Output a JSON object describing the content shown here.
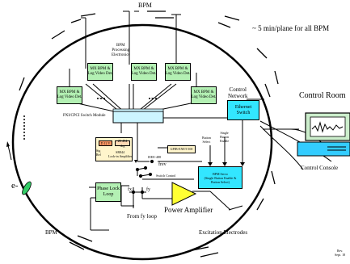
{
  "labels": {
    "bpm_top": "BPM",
    "time_note": "~ 5 min/plane for all BPM",
    "processing": "BPM\nProcessing\nElectronics",
    "control_network": "Control\nNetwork",
    "control_room": "Control Room",
    "control_console": "Control Console",
    "pxi": "PXI/CPCI Switch Module",
    "ieee": "IEEE-488",
    "frev": "frev",
    "switch_control": "Switch Control",
    "button_select": "Button\nSelect",
    "single_button_enable": "Single\nButton\nEnable",
    "electron": "e-",
    "fx": "fx",
    "fy": "fy",
    "from_fy_loop": "From fy loop",
    "power_amplifier": "Power Amplifier",
    "bpm_bottom": "BPM",
    "excitation_electrodes": "Excitation Electrodes",
    "rev": "Rev.\nSept. 18"
  },
  "boxes": {
    "mx1": "MX BPM &\nLog Video Det.",
    "mx2": "MX BPM &\nLog Video Det.",
    "mx3": "MX BPM &\nLog Video Det.",
    "mx4": "MX BPM &\nLog Video Det.",
    "mx5": "MX BPM &\nLog Video Det.",
    "ethernet": "Ethernet\nSwitch",
    "v12": "D 12 V",
    "deg": "25-494 deg",
    "sr844": "SR844\nLock-in Amplifier",
    "sig_ref": "Sig\nRef",
    "gpib": "GPIB-ENET/100",
    "bpm_servo": "BPM Servo\n(Single Button Enable &\nButton Select)",
    "pll": "Phase Lock\nLoop"
  },
  "dots": "...."
}
